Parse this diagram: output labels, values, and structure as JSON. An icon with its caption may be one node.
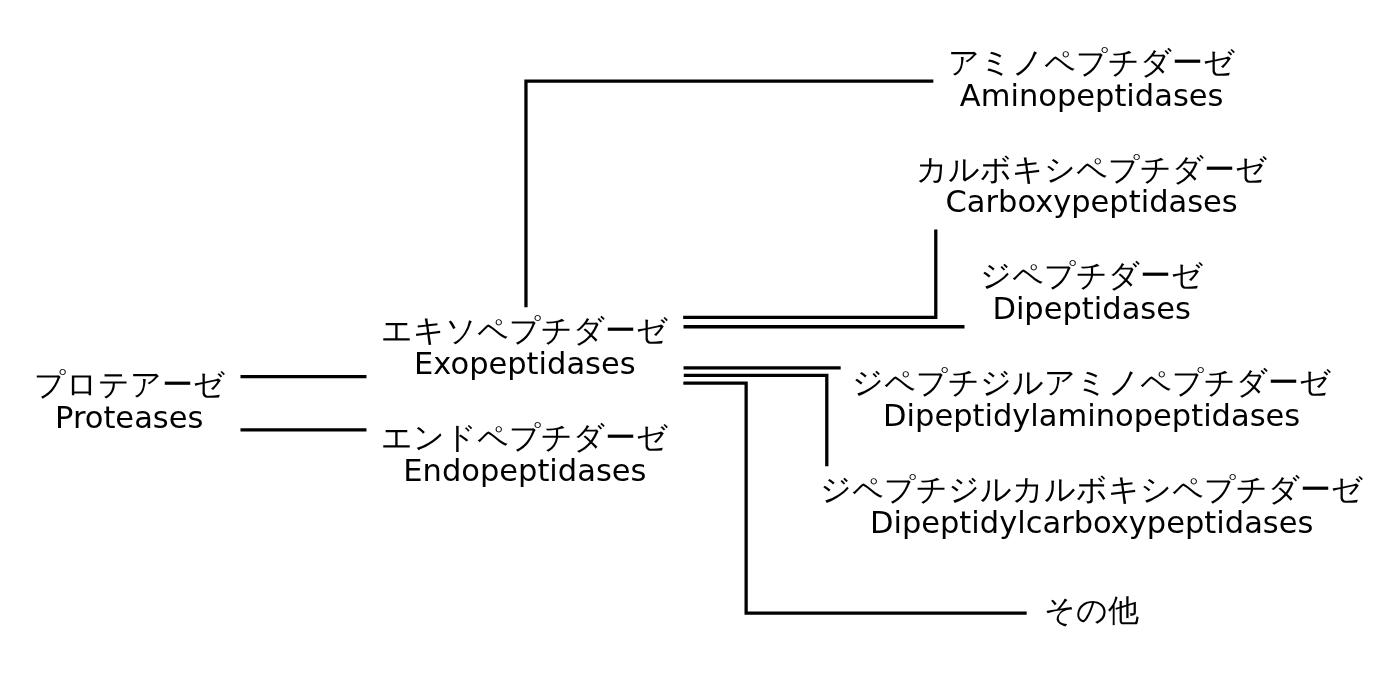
{
  "diagram": {
    "nodes": [
      {
        "text": [
          "プロテアーゼ",
          "Proteases"
        ]
      },
      {
        "text": [
          "エキソペプチダーゼ",
          "Exopeptidases"
        ]
      },
      {
        "text": [
          "エンドペプチダーゼ",
          "Endopeptidases"
        ]
      },
      {
        "text": [
          "アミノペプチダーゼ",
          "Aminopeptidases"
        ]
      },
      {
        "text": [
          "カルボキシペプチダーゼ",
          "Carboxypeptidases"
        ]
      },
      {
        "text": [
          "ジペプチダーゼ",
          "Dipeptidases"
        ]
      },
      {
        "text": [
          "ジペプチジルアミノペプチダーゼ",
          "Dipeptidylaminopeptidases"
        ]
      },
      {
        "text": [
          "ジペプチジルカルボキシペプチダーゼ",
          "Dipeptidylcarboxypeptidases"
        ]
      },
      {
        "text": [
          "その他"
        ]
      }
    ],
    "edges": [
      {
        "from": 0,
        "to": 1,
        "arrow": "none"
      },
      {
        "from": 0,
        "to": 2,
        "arrow": "none"
      },
      {
        "from": 1,
        "to": 3,
        "arrow": "none"
      },
      {
        "from": 1,
        "to": 4,
        "arrow": "none"
      },
      {
        "from": 1,
        "to": 5,
        "arrow": "none"
      },
      {
        "from": 1,
        "to": 6,
        "arrow": "none"
      },
      {
        "from": 1,
        "to": 7,
        "arrow": "none"
      },
      {
        "from": 1,
        "to": 8,
        "arrow": "none"
      }
    ]
  }
}
